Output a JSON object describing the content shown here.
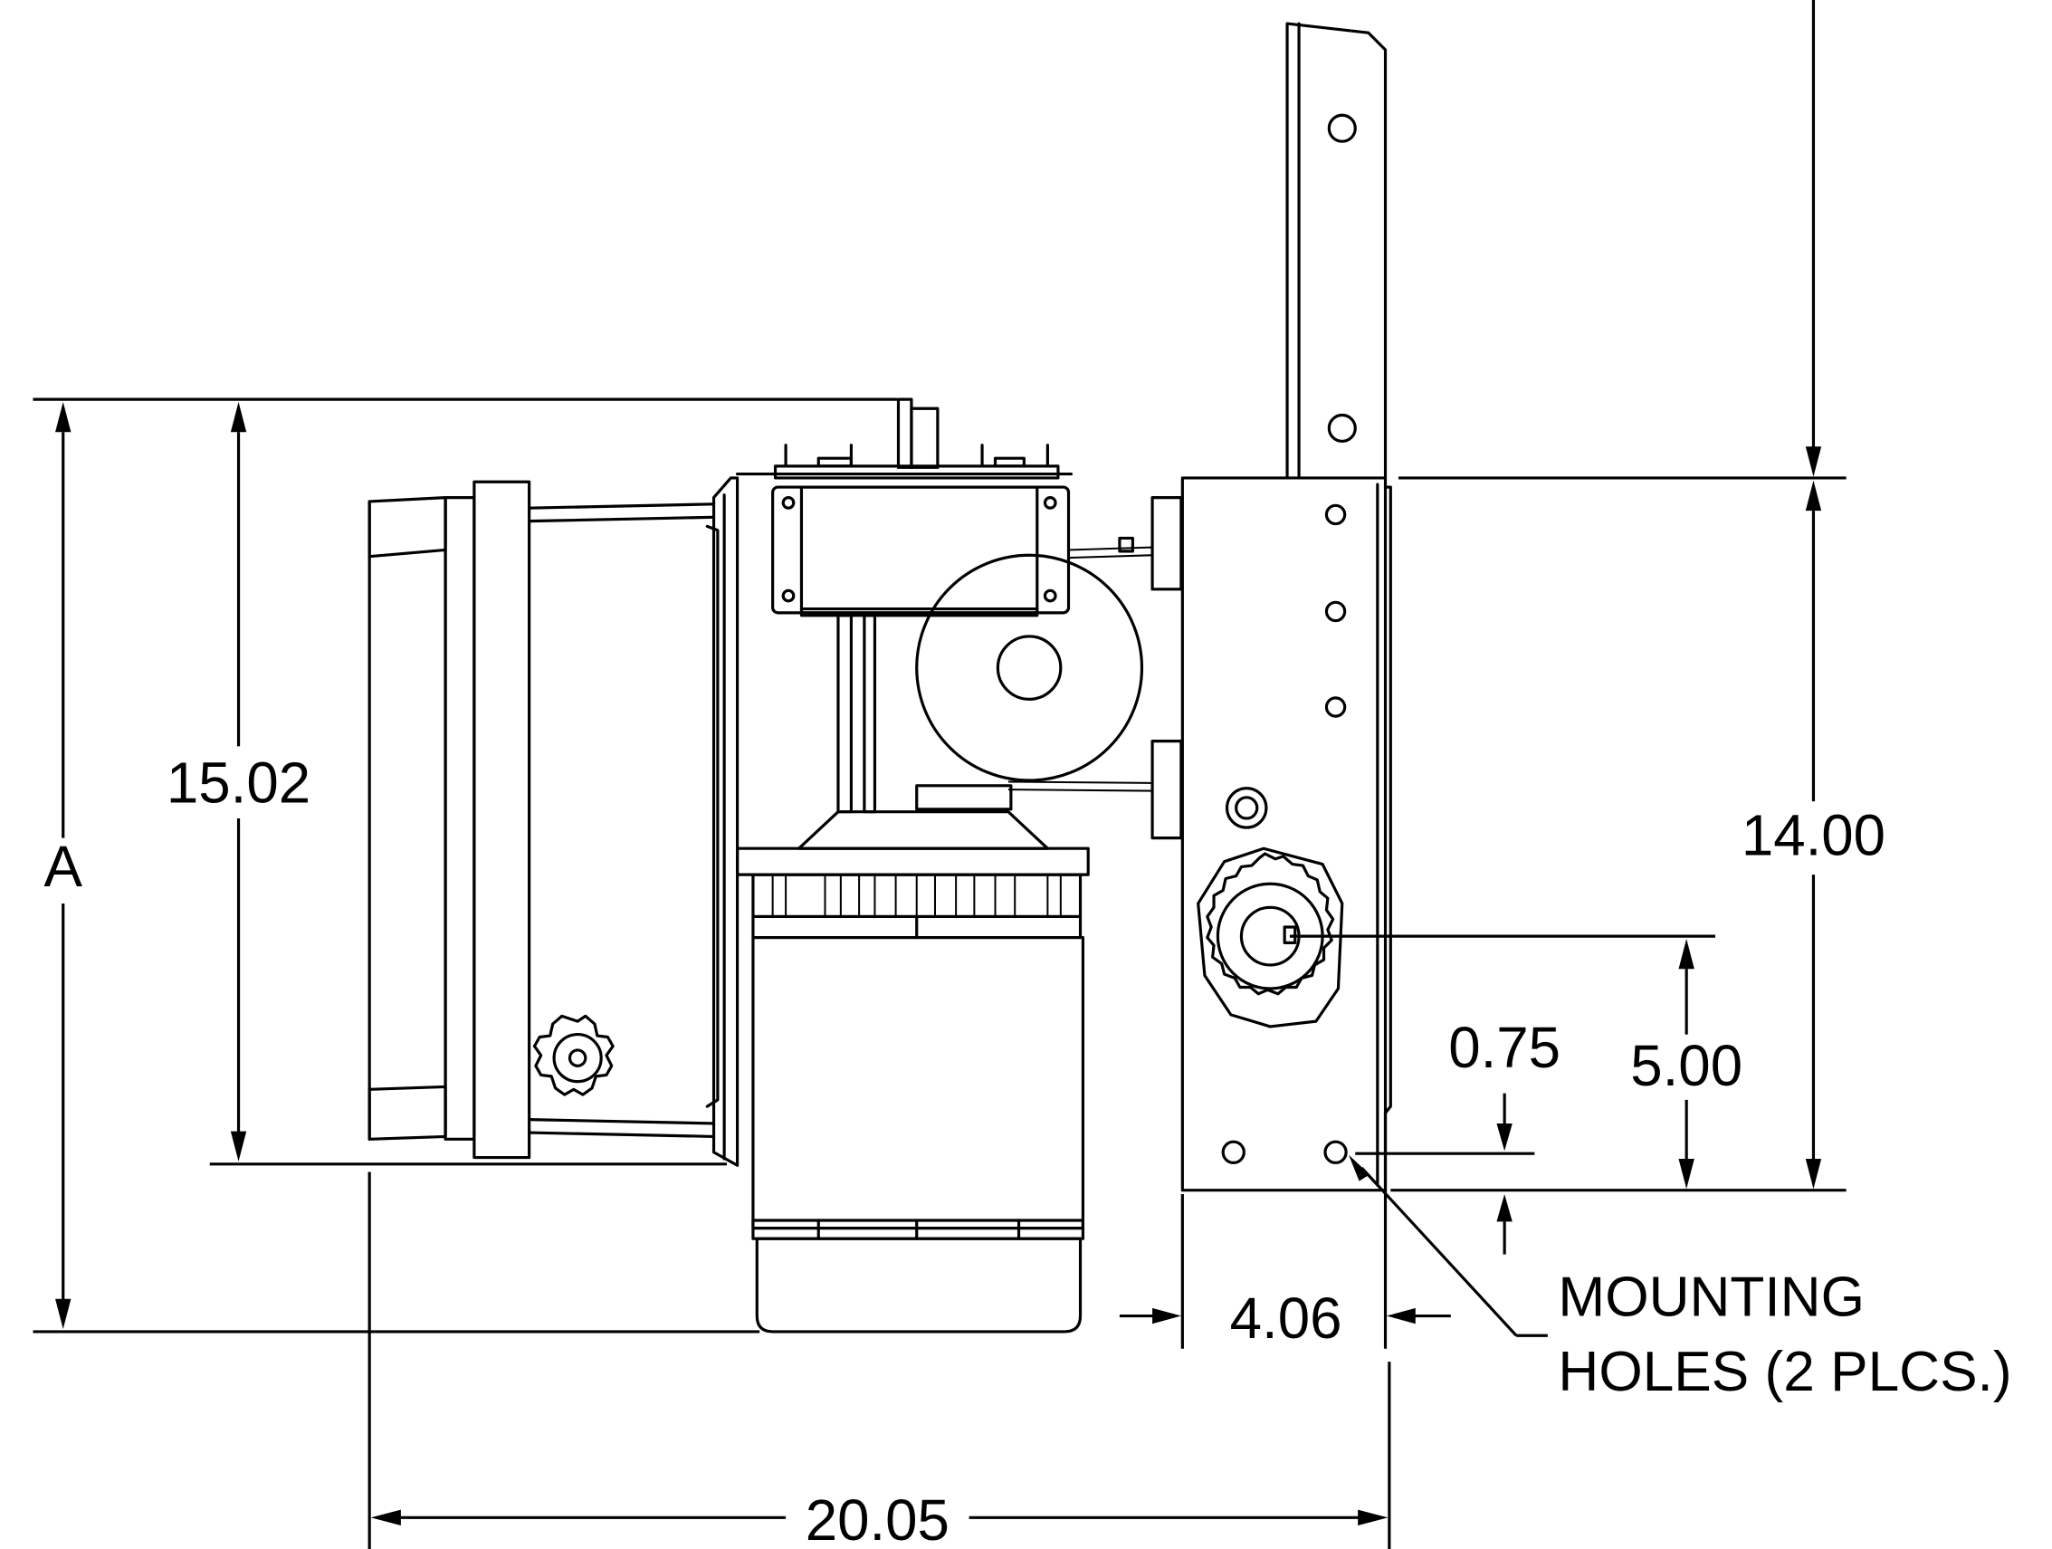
{
  "dimensions": {
    "overall_height_label": "A",
    "height_15": "15.02",
    "height_14": "14.00",
    "height_5": "5.00",
    "offset_075": "0.75",
    "width_406": "4.06",
    "width_2005": "20.05"
  },
  "note": {
    "line1": "MOUNTING",
    "line2": "HOLES (2 PLCS.)"
  },
  "icons": {
    "drive_sprocket": "sprocket-icon",
    "idler_sprocket": "sprocket-icon",
    "mounting_hole": "hole-icon"
  }
}
